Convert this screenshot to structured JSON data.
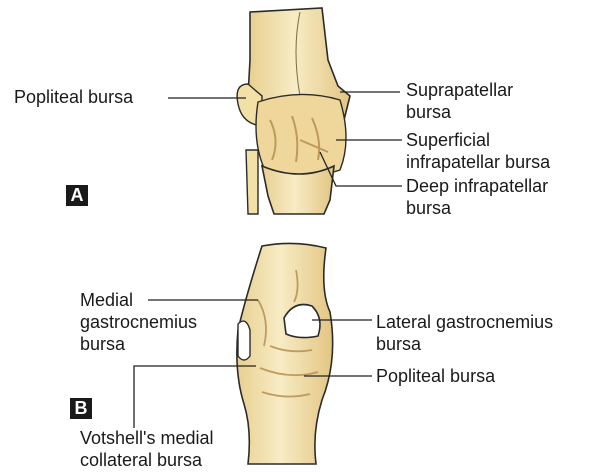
{
  "panel_a": {
    "letter": "A",
    "labels": {
      "popliteal_bursa": "Popliteal bursa",
      "suprapatellar_1": "Suprapatellar",
      "suprapatellar_2": "bursa",
      "superficial_1": "Superficial",
      "superficial_2": "infrapatellar bursa",
      "deep_1": "Deep infrapatellar",
      "deep_2": "bursa"
    }
  },
  "panel_b": {
    "letter": "B",
    "labels": {
      "medial_gastro_1": "Medial",
      "medial_gastro_2": "gastrocnemius",
      "medial_gastro_3": "bursa",
      "lateral_gastro_1": "Lateral gastrocnemius",
      "lateral_gastro_2": "bursa",
      "popliteal_bursa": "Popliteal bursa",
      "votshell_1": "Votshell's medial",
      "votshell_2": "collateral bursa"
    }
  },
  "colors": {
    "bone_fill": "#f5e7b8",
    "bone_shade": "#c9a566",
    "outline": "#2b2b2b",
    "leader_line": "#222222"
  }
}
